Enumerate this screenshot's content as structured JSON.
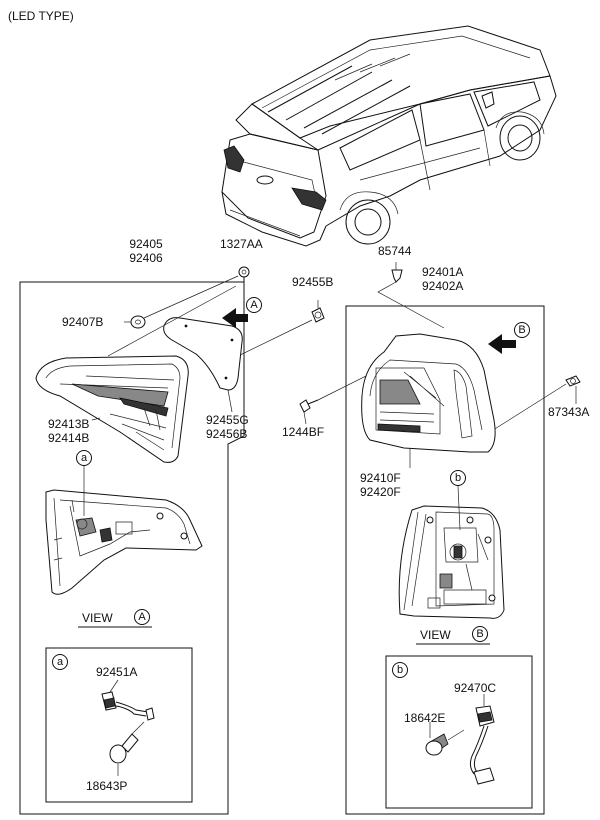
{
  "diagram_title": "(LED TYPE)",
  "left_group": {
    "assembly_code_1": "92405",
    "assembly_code_2": "92406",
    "nut_code": "1327AA",
    "washer_code": "92407B",
    "bulb_holder_code": "92455B",
    "gasket_code_1": "92455G",
    "gasket_code_2": "92456B",
    "lamp_code_1": "92413B",
    "lamp_code_2": "92414B",
    "view_arrow_marker": "A",
    "detail_marker": "a",
    "view_label": "VIEW",
    "view_marker": "A",
    "detail_box": {
      "marker": "a",
      "socket_code": "92451A",
      "bulb_code": "18643P"
    }
  },
  "right_group": {
    "clip_code": "85744",
    "assembly_code_1": "92401A",
    "assembly_code_2": "92402A",
    "screw_code": "1244BF",
    "grommet_code": "87343A",
    "lamp_code_1": "92410F",
    "lamp_code_2": "92420F",
    "view_arrow_marker": "B",
    "detail_marker": "b",
    "view_label": "VIEW",
    "view_marker": "B",
    "detail_box": {
      "marker": "b",
      "socket_code": "92470C",
      "bulb_code": "18642E"
    }
  }
}
